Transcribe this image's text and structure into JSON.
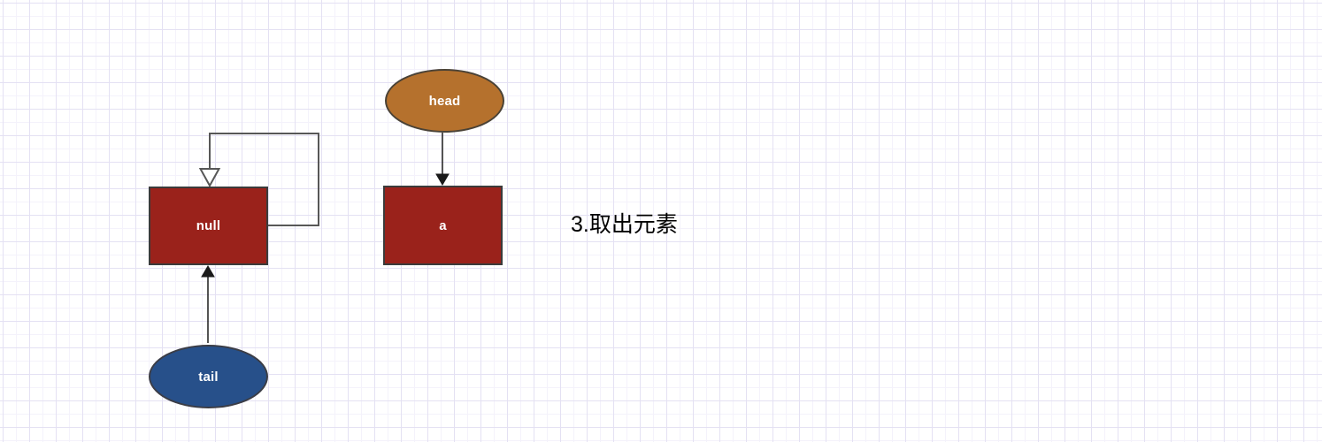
{
  "caption": {
    "text": "3.取出元素",
    "color": "#000000"
  },
  "nodes": {
    "head": {
      "label": "head",
      "fill": "#b5712d",
      "border": "#4a4236",
      "text_color": "#ffffff",
      "shape": "ellipse"
    },
    "null_box": {
      "label": "null",
      "fill": "#9a221b",
      "border": "#3b3b3b",
      "text_color": "#ffffff",
      "shape": "rectangle"
    },
    "a_box": {
      "label": "a",
      "fill": "#9a221b",
      "border": "#3b3b3b",
      "text_color": "#ffffff",
      "shape": "rectangle"
    },
    "tail": {
      "label": "tail",
      "fill": "#27508a",
      "border": "#3b3d46",
      "text_color": "#ffffff",
      "shape": "ellipse"
    }
  },
  "edges": {
    "head_to_a": {
      "from": "head",
      "to": "a",
      "color": "#1a1a1a",
      "arrow": "filled",
      "arrow_fill": "#1a1a1a"
    },
    "tail_to_null": {
      "from": "tail",
      "to": "null",
      "color": "#1a1a1a",
      "arrow": "filled",
      "arrow_fill": "#1a1a1a"
    },
    "null_self_loop": {
      "from": "null",
      "to": "null",
      "color": "#575757",
      "arrow": "hollow-triangle",
      "arrow_fill": "#ffffff"
    }
  },
  "grid": {
    "minor_color": "#f4f2fb",
    "major_color": "#e4e1f3",
    "background": "#ffffff"
  }
}
